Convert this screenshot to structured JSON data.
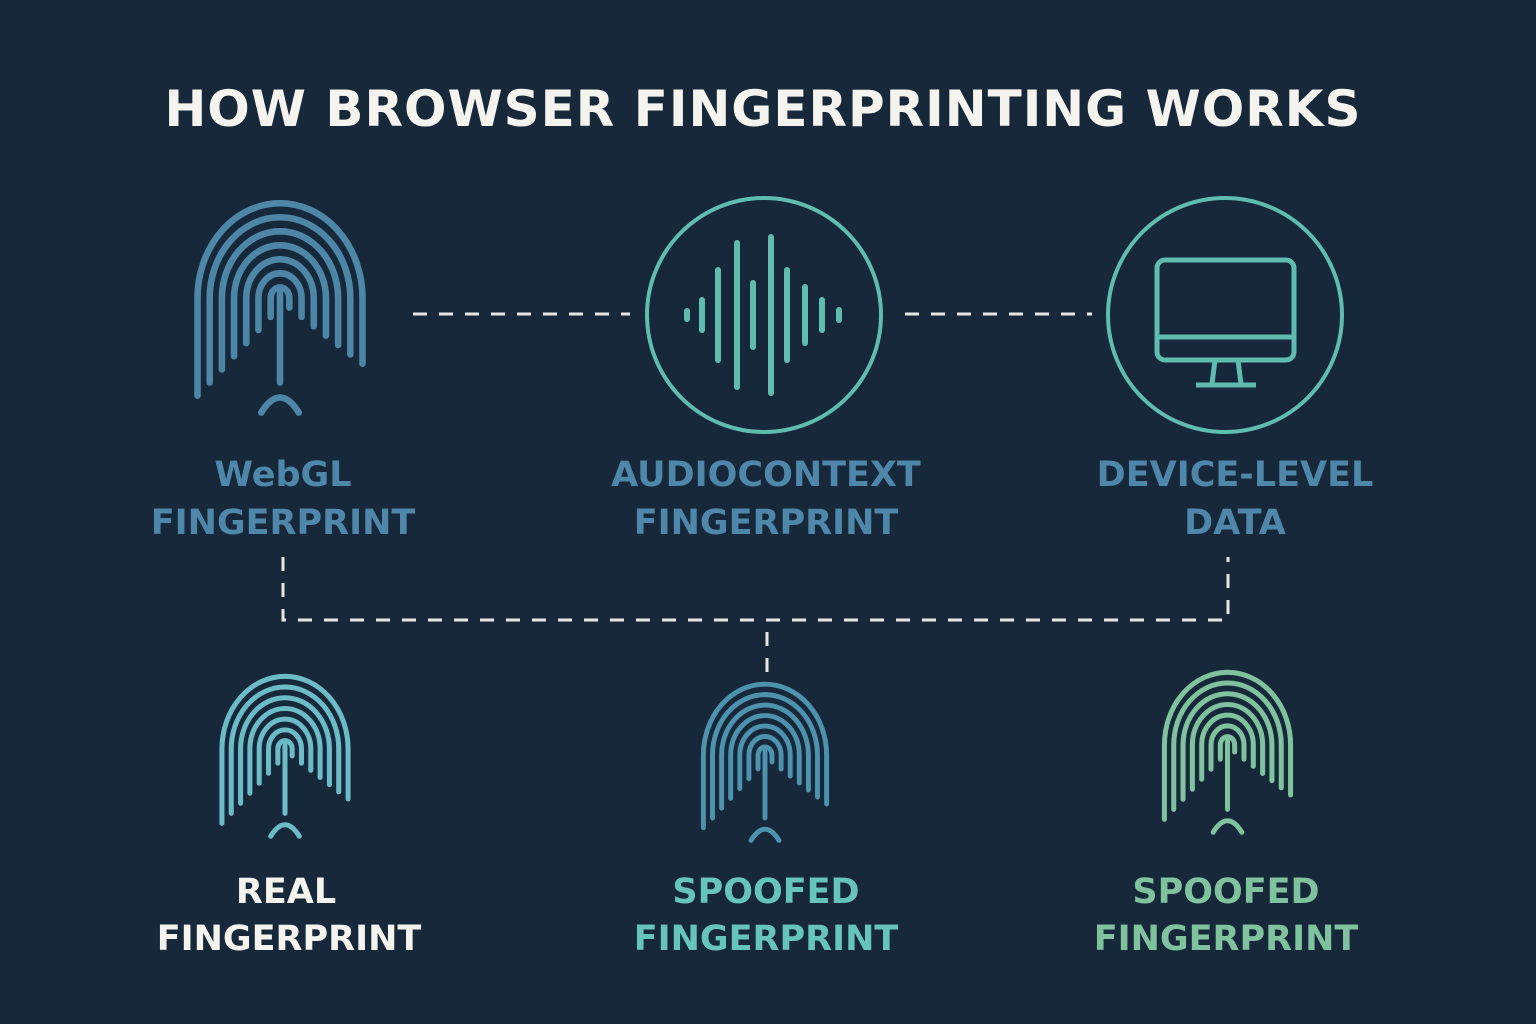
{
  "title": "HOW BROWSER FINGERPRINTING WORKS",
  "sources": [
    {
      "line1": "WebGL",
      "line2": "FINGERPRINT",
      "icon": "fingerprint-icon"
    },
    {
      "line1": "AUDIOCONTEXT",
      "line2": "FINGERPRINT",
      "icon": "sound-wave-icon"
    },
    {
      "line1": "DEVICE-LEVEL",
      "line2": "DATA",
      "icon": "monitor-icon"
    }
  ],
  "results": [
    {
      "line1": "REAL",
      "line2": "FINGERPRINT",
      "color": "#f5f3ee",
      "icon_color": "#6cbcc8"
    },
    {
      "line1": "SPOOFED",
      "line2": "FINGERPRINT",
      "color": "#66c4bc",
      "icon_color": "#4e93ad"
    },
    {
      "line1": "SPOOFED",
      "line2": "FINGERPRINT",
      "color": "#7fc29d",
      "icon_color": "#7fc29d"
    }
  ],
  "colors": {
    "background": "#17283b",
    "source_label": "#4f87aa",
    "teal": "#5fbdb0",
    "connector": "#e8e6e0"
  }
}
